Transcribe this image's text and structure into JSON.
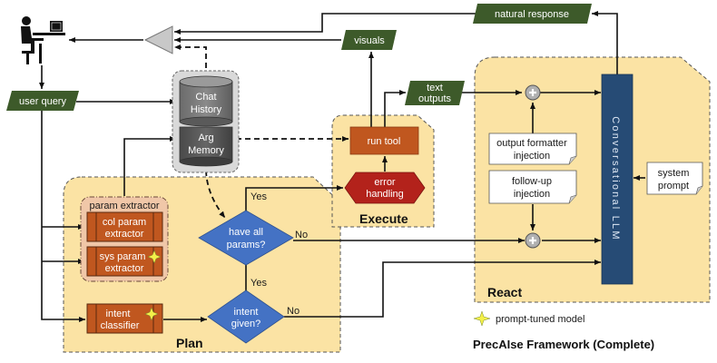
{
  "title": "PrecAIse Framework (Complete)",
  "regions": {
    "plan": "Plan",
    "execute": "Execute",
    "react": "React"
  },
  "io": {
    "user_query": "user query",
    "natural_response": "natural response",
    "visuals": "visuals",
    "text_outputs": [
      "text",
      "outputs"
    ]
  },
  "memory": {
    "chat_history": [
      "Chat",
      "History"
    ],
    "arg_memory": [
      "Arg",
      "Memory"
    ]
  },
  "plan": {
    "param_extractor_group": "param extractor",
    "col_param_extractor": [
      "col param",
      "extractor"
    ],
    "sys_param_extractor": [
      "sys param",
      "extractor"
    ],
    "intent_classifier": [
      "intent",
      "classifier"
    ],
    "have_all_params": [
      "have all",
      "params?"
    ],
    "intent_given": [
      "intent",
      "given?"
    ],
    "yes_label": "Yes",
    "no_label": "No"
  },
  "execute": {
    "run_tool": "run tool",
    "error_handling": [
      "error",
      "handling"
    ]
  },
  "react": {
    "output_formatter_injection": [
      "output formatter",
      "injection"
    ],
    "follow_up_injection": [
      "follow-up",
      "injection"
    ],
    "system_prompt": [
      "system",
      "prompt"
    ],
    "conversational_llm": "Conversational LLM"
  },
  "legend": {
    "prompt_tuned_model": "prompt-tuned model"
  },
  "colors": {
    "io_green": "#3d5a2a",
    "module_orange": "#c0571f",
    "error_red": "#b3221b",
    "decision_blue": "#4472c4",
    "llm_navy": "#264b75",
    "region_fill": "#fbe3a4",
    "param_group_fill": "#f0c7a8",
    "db_gray": "#7a7a7a",
    "star_yellow": "#f4f04a"
  }
}
